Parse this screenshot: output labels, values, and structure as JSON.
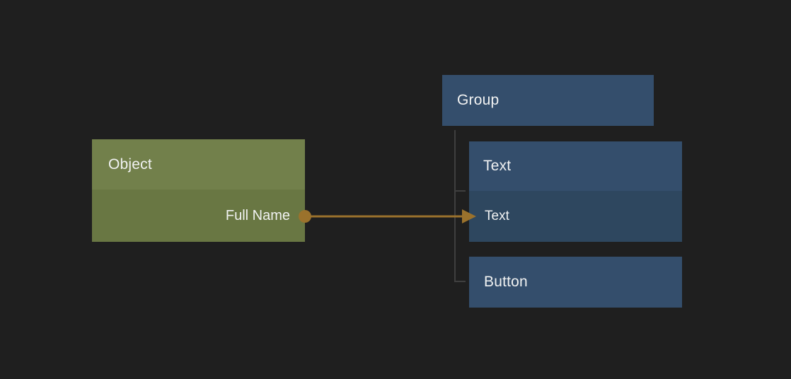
{
  "colors": {
    "canvas_bg": "#1f1f1f",
    "object_node_header": "#72804b",
    "object_node_body": "#697743",
    "component_node_header": "#344e6c",
    "component_node_row": "#2e475f",
    "connection": "#9b722c",
    "tree_connector": "#3f3f3f",
    "node_text": "#f1f2f2"
  },
  "nodes": {
    "object": {
      "title": "Object",
      "output_port_label": "Full Name"
    },
    "group": {
      "title": "Group"
    },
    "text": {
      "title": "Text",
      "input_row_label": "Text"
    },
    "button": {
      "title": "Button"
    }
  },
  "edges": [
    {
      "from": "Object:Full Name",
      "to": "Text:Text"
    }
  ]
}
